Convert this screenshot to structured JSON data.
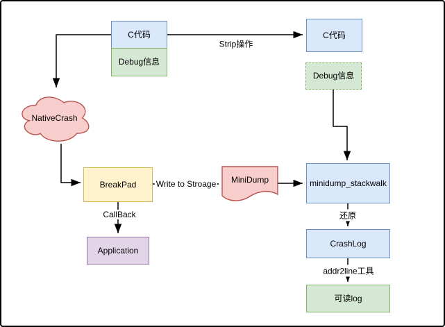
{
  "diagram": {
    "title": "NativeCrash breakpad minidump symbolication flow",
    "nodes": {
      "source_code": {
        "label": "C代码",
        "shape": "rect",
        "color_name": "blue"
      },
      "source_debug_info": {
        "label": "Debug信息",
        "shape": "rect",
        "color_name": "green"
      },
      "stripped_code": {
        "label": "C代码",
        "shape": "rect",
        "color_name": "blue"
      },
      "stripped_debug_info": {
        "label": "Debug信息",
        "shape": "rect-dashed",
        "color_name": "green"
      },
      "native_crash": {
        "label": "NativeCrash",
        "shape": "cloud",
        "color_name": "red"
      },
      "breakpad": {
        "label": "BreakPad",
        "shape": "rect",
        "color_name": "yellow"
      },
      "minidump": {
        "label": "MiniDump",
        "shape": "document",
        "color_name": "red"
      },
      "minidump_stackwalk": {
        "label": "minidump_stackwalk",
        "shape": "rect",
        "color_name": "blue"
      },
      "application": {
        "label": "Application",
        "shape": "rect",
        "color_name": "purple"
      },
      "crash_log": {
        "label": "CrashLog",
        "shape": "rect",
        "color_name": "blue"
      },
      "readable_log": {
        "label": "可读log",
        "shape": "rect",
        "color_name": "green"
      }
    },
    "edges": {
      "to_native_crash": {
        "label": "",
        "from": "source_code",
        "to": "native_crash"
      },
      "strip": {
        "label": "Strip操作",
        "from": "source_code",
        "to": "stripped_code"
      },
      "debug_to_stackwalk": {
        "label": "",
        "from": "stripped_debug_info",
        "to": "minidump_stackwalk"
      },
      "crash_to_breakpad": {
        "label": "",
        "from": "native_crash",
        "to": "breakpad"
      },
      "write_to_storage": {
        "label": "Write to Stroage",
        "from": "breakpad",
        "to": "minidump"
      },
      "dump_to_stackwalk": {
        "label": "",
        "from": "minidump",
        "to": "minidump_stackwalk"
      },
      "callback": {
        "label": "CallBack",
        "from": "breakpad",
        "to": "application"
      },
      "restore": {
        "label": "还原",
        "from": "minidump_stackwalk",
        "to": "crash_log"
      },
      "addr2line": {
        "label": "addr2line工具",
        "from": "crash_log",
        "to": "readable_log"
      }
    },
    "colors": {
      "blue_fill": "#dae8fc",
      "blue_stroke": "#6c8ebf",
      "green_fill": "#d5e8d4",
      "green_stroke": "#82b366",
      "red_fill": "#f8cecc",
      "red_stroke": "#b85450",
      "yellow_fill": "#fff2cc",
      "yellow_stroke": "#d6b656",
      "purple_fill": "#e1d5e7",
      "purple_stroke": "#9673a6",
      "edge_stroke": "#000000",
      "frame_border": "#000000",
      "background": "#ffffff"
    }
  }
}
